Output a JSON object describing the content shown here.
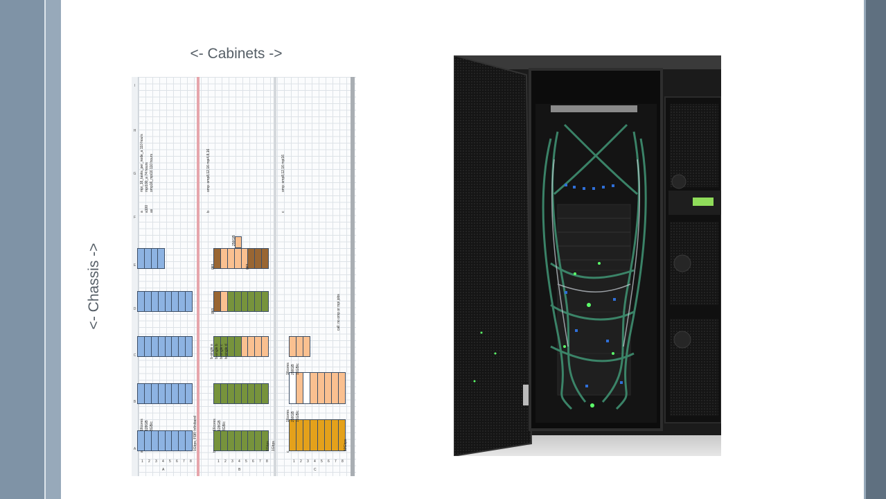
{
  "slide": {
    "cabinets_label": "<- Cabinets ->",
    "chassis_label": "<-  Chassis  ->"
  },
  "spreadsheet": {
    "column_letters": [
      "A",
      "B",
      "C",
      "D",
      "E",
      "F",
      "G",
      "H",
      "I"
    ],
    "cabinet_a": {
      "id": "a",
      "section_label": "A",
      "link_label": "1Gbps, FDR Infiniband",
      "note_lines": [
        "mpi_16_tasks_per_node_a   110 hours",
        "mpi100_a   74 hours",
        "omp16_mpi16   110 hours"
      ],
      "note_codes": [
        "a",
        "a100",
        "as"
      ],
      "spec_lines": [
        "16cores",
        "128GB",
        "8GB/c"
      ]
    },
    "cabinet_b": {
      "id": "b",
      "section_label": "B",
      "link_label": "1Gbps",
      "note_lines": [
        "omp: omp8,12,16 mpi4,8,16"
      ],
      "note_codes": [
        "b"
      ],
      "spec_lines": [
        "16cores",
        "128GB",
        "8GB/c"
      ],
      "chassis_c_tags": [
        "b-single a",
        "b-single b",
        "b-single c",
        "b-single d"
      ],
      "chassis_d_tag": "gen",
      "chassis_e_tags": [
        "gen",
        "gen"
      ],
      "chassis_e_memory": "256GB"
    },
    "cabinet_c": {
      "id": "c",
      "section_label": "C",
      "link_label": "1Gbps",
      "end_label": "10Gbps",
      "note_lines": [
        "omp: omp8,12,16 mpi16"
      ],
      "note_codes": [
        "c"
      ],
      "spec_lines": [
        "16cores",
        "256GB",
        "16GB/c"
      ],
      "chassis_b_spec_lines": [
        "16cores",
        "256GB",
        "16GB/c"
      ],
      "call_note": "call: no omp or mpi jobs"
    },
    "row_numbers": [
      "1",
      "2",
      "3",
      "4",
      "5",
      "6",
      "7",
      "8"
    ],
    "colors": {
      "blue": "#8db3e2",
      "green": "#77933c",
      "peach": "#fac090",
      "brown": "#996633",
      "gold": "#e4a11b",
      "red_divider": "#e6a5ab",
      "grey_divider": "#d4d8dc",
      "dark_grey_divider": "#a9aeb3"
    }
  },
  "photo": {
    "description_icon": "server-rack-photo"
  }
}
